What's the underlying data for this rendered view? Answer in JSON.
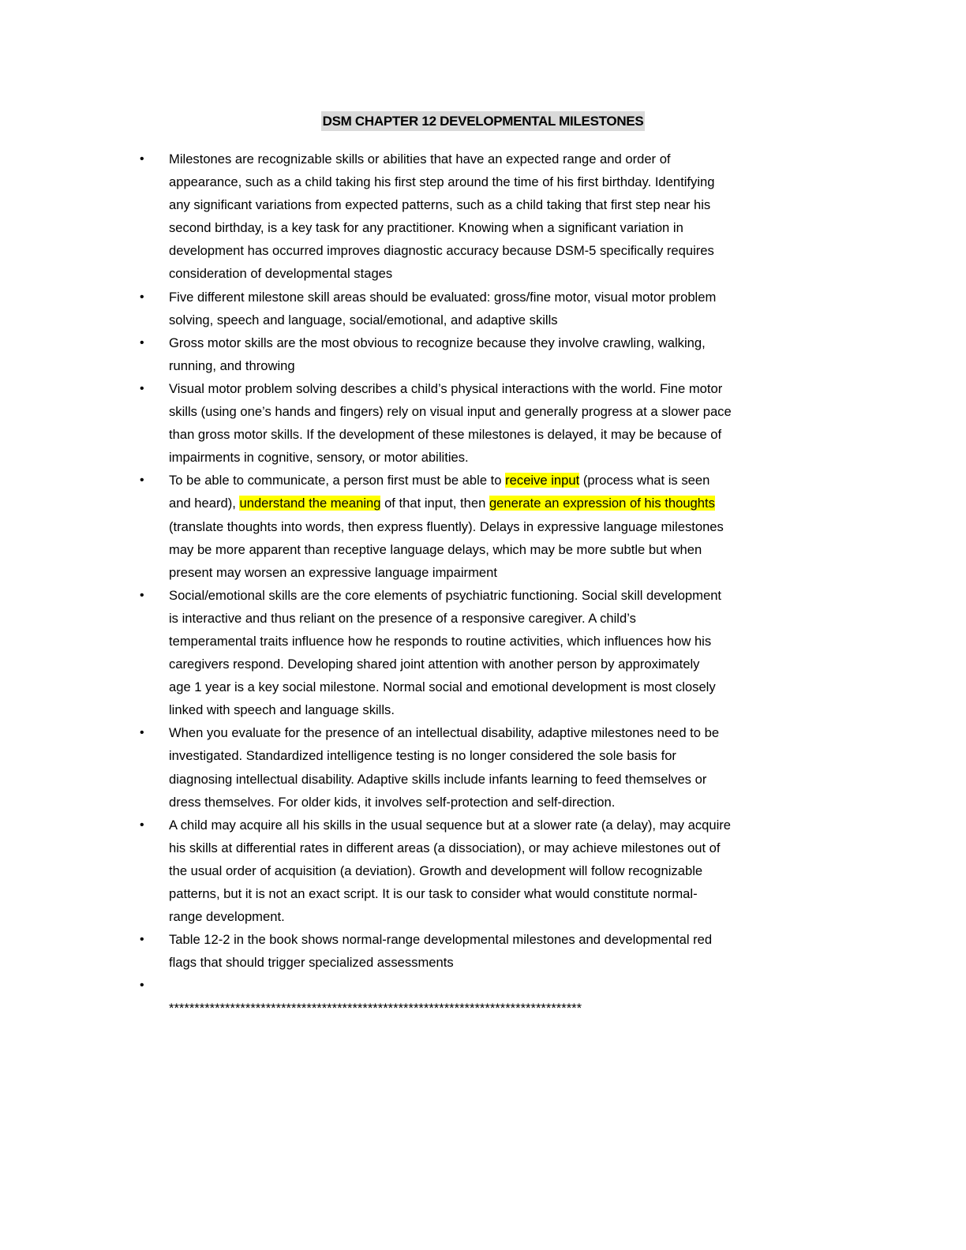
{
  "title": "DSM CHAPTER 12 DEVELOPMENTAL MILESTONES",
  "colors": {
    "highlight": "#ffff00",
    "title_shading": "#d9d9d9"
  },
  "bullets": [
    {
      "lines": [
        "Milestones are recognizable skills or abilities that have an expected range and order of",
        "appearance, such as a child taking his first step around the time of his first birthday. Identifying",
        "any significant variations from expected patterns, such as a child taking that first step near his",
        "second birthday, is a key task for any practitioner. Knowing when a significant variation in",
        "development has occurred improves diagnostic accuracy because DSM-5 specifically requires",
        "consideration of developmental stages"
      ]
    },
    {
      "lines": [
        "Five different milestone skill areas should be evaluated: gross/fine motor, visual motor problem",
        "solving, speech and language, social/emotional, and adaptive skills"
      ]
    },
    {
      "lines": [
        "Gross motor skills are the most obvious to recognize because they involve crawling, walking,",
        "running, and throwing"
      ]
    },
    {
      "lines": [
        "Visual motor problem solving describes a child’s physical interactions with the world. Fine motor",
        "skills (using one’s hands and fingers) rely on visual input and generally progress at a slower pace",
        "than gross motor skills. If the development of these milestones is delayed, it may be because of",
        "impairments in cognitive, sensory, or motor abilities."
      ]
    },
    {
      "lines": [
        [
          {
            "t": "To be able to communicate, a person first must be able to "
          },
          {
            "t": "receive input",
            "hl": true
          },
          {
            "t": " (process what is seen"
          }
        ],
        [
          {
            "t": "and heard), "
          },
          {
            "t": "understand the meaning",
            "hl": true
          },
          {
            "t": " of that input, then "
          },
          {
            "t": "generate an expression of his thoughts",
            "hl": true
          }
        ],
        "(translate thoughts into words, then express fluently). Delays in expressive language milestones",
        "may be more apparent than receptive language delays, which may be more subtle but when",
        "present may worsen an expressive language impairment"
      ]
    },
    {
      "lines": [
        "Social/emotional skills are the core elements of psychiatric functioning. Social skill development",
        "is interactive and thus reliant on the presence of a responsive caregiver. A child’s",
        "temperamental traits influence how he responds to routine activities, which influences how his",
        "caregivers respond. Developing shared joint attention with another person by approximately",
        "age 1 year is a key social milestone. Normal social and emotional development is most closely",
        "linked with speech and language skills."
      ]
    },
    {
      "lines": [
        "When you evaluate for the presence of an intellectual disability, adaptive milestones need to be",
        "investigated.  Standardized intelligence testing is no longer considered the sole basis for",
        "diagnosing intellectual disability. Adaptive skills include infants learning to feed themselves or",
        "dress themselves. For older kids, it involves self-protection and self-direction."
      ]
    },
    {
      "lines": [
        "A child may acquire all his skills in the usual sequence but at a slower rate (a delay), may acquire",
        "his skills at differential rates in different areas (a dissociation), or may achieve milestones out of",
        "the usual order of acquisition (a deviation). Growth and development will follow recognizable",
        "patterns, but it is not an exact script. It is our task to consider what would constitute normal-",
        "range development."
      ]
    },
    {
      "lines": [
        "Table 12-2 in the book shows normal-range developmental milestones and developmental red",
        "flags that should trigger specialized assessments"
      ]
    },
    {
      "lines": [
        "",
        "*********************************************************************************"
      ]
    }
  ]
}
